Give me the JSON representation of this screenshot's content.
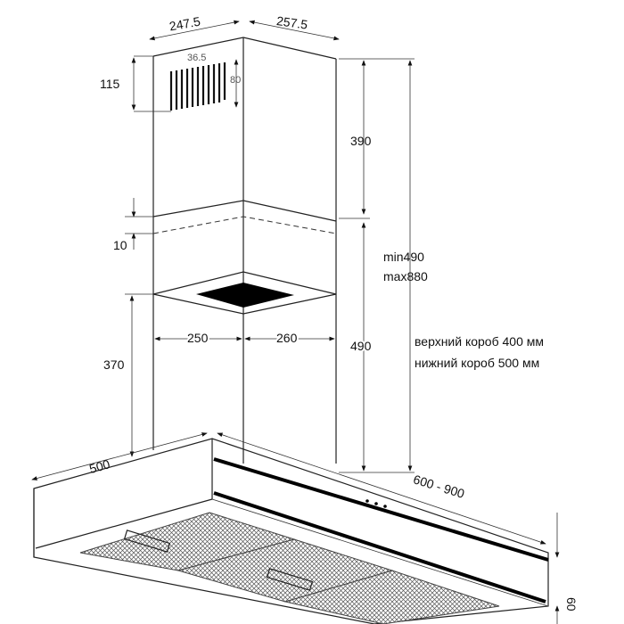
{
  "title": "Габаритный чертёж кухонной вытяжки",
  "dimensions": {
    "chimney_width_left": "247.5",
    "chimney_width_right": "257.5",
    "vent_width": "36.5",
    "vent_height": "80",
    "vent_offset": "115",
    "upper_box_height": "390",
    "overlap": "10",
    "total_min": "min490",
    "total_max": "max880",
    "base_width_left": "250",
    "base_width_right": "260",
    "lower_box_height": "490",
    "lower_offset": "370",
    "hood_depth": "500",
    "hood_width": "600 - 900",
    "hood_height": "60"
  },
  "notes": {
    "upper_box": "верхний короб 400 мм",
    "lower_box": "нижний короб 500 мм"
  },
  "colors": {
    "line": "#222222",
    "background": "#ffffff"
  }
}
